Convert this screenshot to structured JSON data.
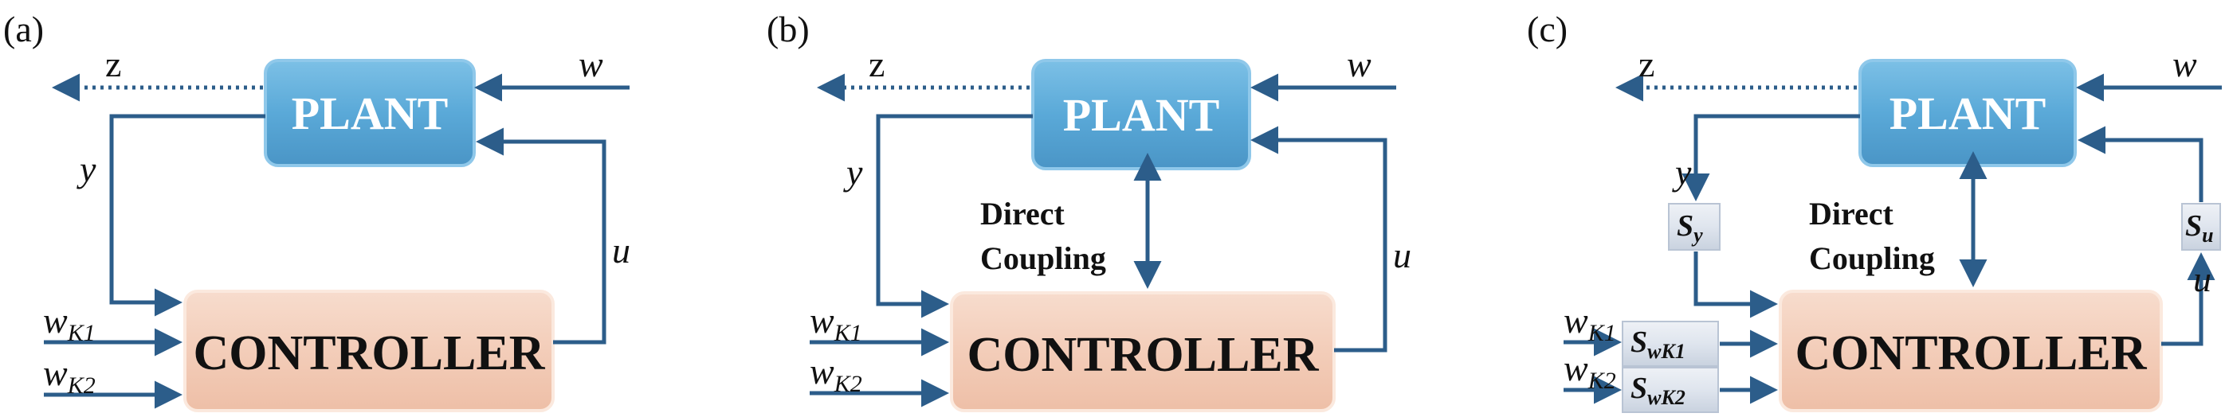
{
  "panels": [
    {
      "label": "(a)",
      "plant": "PLANT",
      "controller": "CONTROLLER",
      "signals": {
        "z": "z",
        "w": "w",
        "y": "y",
        "u": "u",
        "wk1": "w",
        "wk1_sub": "K1",
        "wk2": "w",
        "wk2_sub": "K2"
      }
    },
    {
      "label": "(b)",
      "plant": "PLANT",
      "controller": "CONTROLLER",
      "coupling_line1": "Direct",
      "coupling_line2": "Coupling",
      "signals": {
        "z": "z",
        "w": "w",
        "y": "y",
        "u": "u",
        "wk1": "w",
        "wk1_sub": "K1",
        "wk2": "w",
        "wk2_sub": "K2"
      }
    },
    {
      "label": "(c)",
      "plant": "PLANT",
      "controller": "CONTROLLER",
      "coupling_line1": "Direct",
      "coupling_line2": "Coupling",
      "signals": {
        "z": "z",
        "w": "w",
        "y": "y",
        "u": "u",
        "wk1": "w",
        "wk1_sub": "K1",
        "wk2": "w",
        "wk2_sub": "K2"
      },
      "scaling_blocks": {
        "sy": "S",
        "sy_sub": "y",
        "su": "S",
        "su_sub": "u",
        "swk1": "S",
        "swk1_sub": "wK1",
        "swk2": "S",
        "swk2_sub": "wK2"
      }
    }
  ],
  "colors": {
    "wire": "#2c5d8a",
    "plant_fill": "#5aa9d8",
    "controller_fill": "#f3cdb9",
    "scaling_block_fill": "#dfe5ee"
  }
}
